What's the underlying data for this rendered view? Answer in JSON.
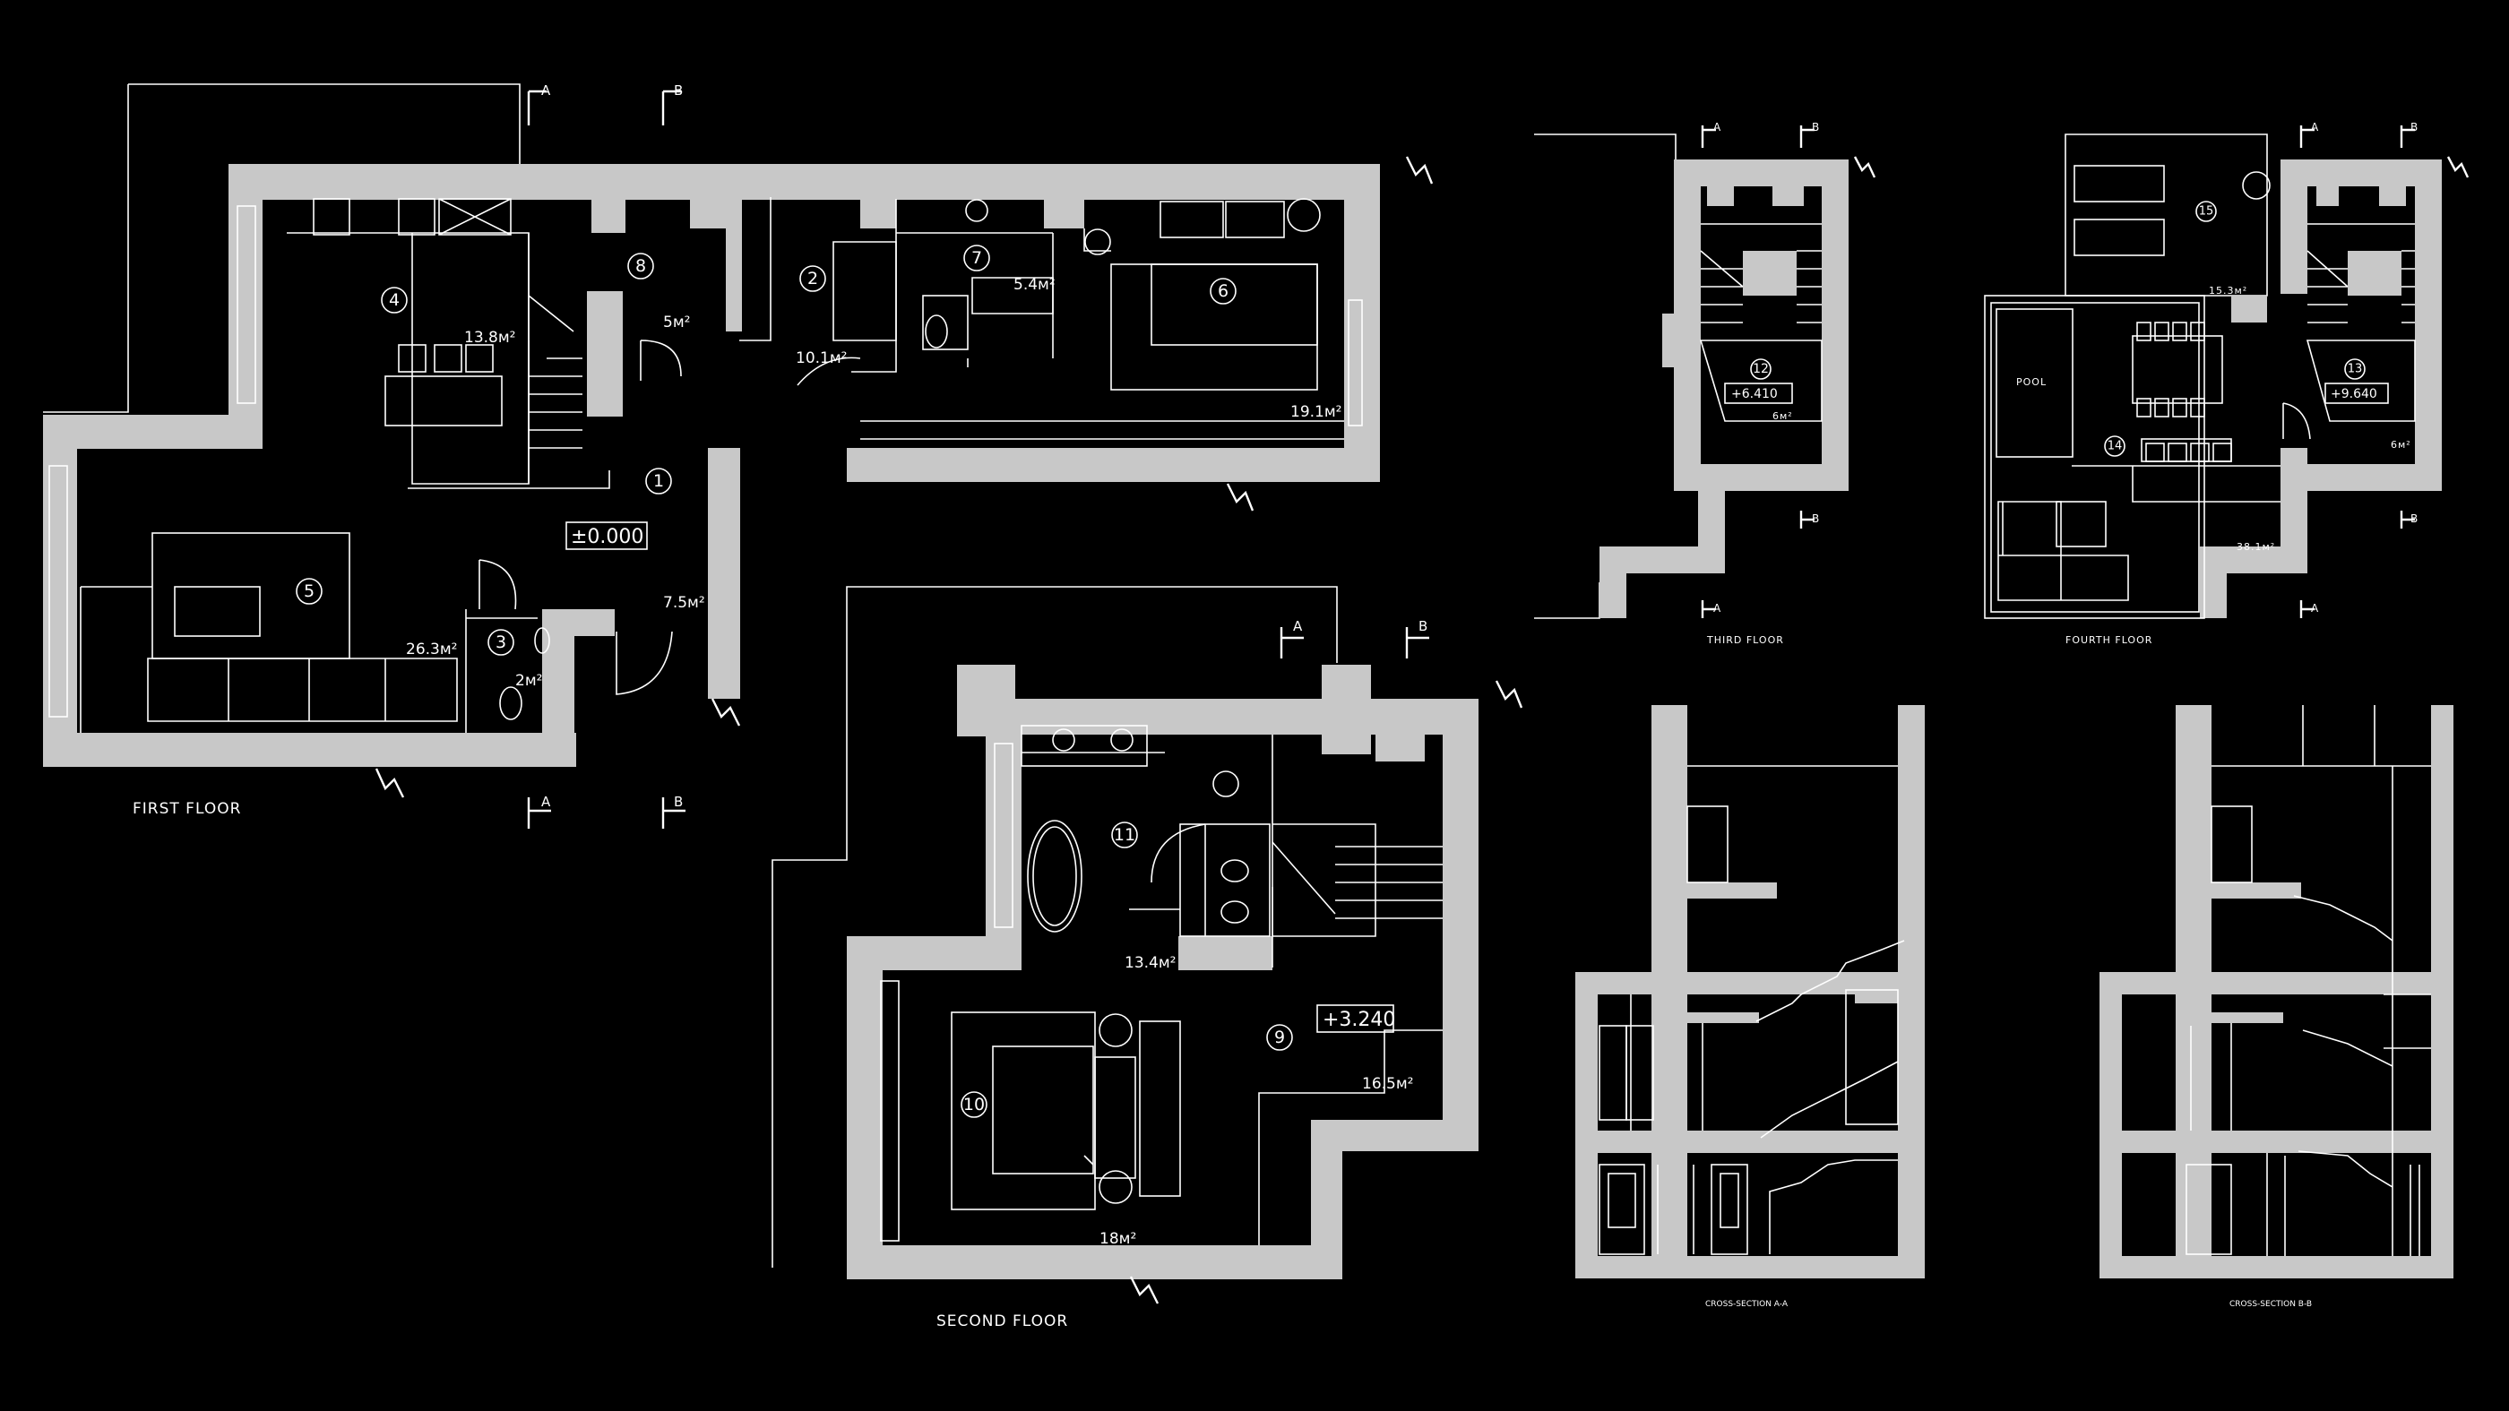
{
  "captions": {
    "first": "FIRST FLOOR",
    "second": "SECOND FLOOR",
    "third": "THIRD FLOOR",
    "fourth": "FOURTH FLOOR",
    "section_a": "CROSS-SECTION A-A",
    "section_b": "CROSS-SECTION B-B"
  },
  "section_marks": {
    "a": "A",
    "b": "B"
  },
  "levels": {
    "first": "±0.000",
    "second": "+3.240",
    "third": "+6.410",
    "fourth": "+9.640"
  },
  "rooms": {
    "r1": "1",
    "r2": "2",
    "r3": "3",
    "r4": "4",
    "r5": "5",
    "r6": "6",
    "r7": "7",
    "r8": "8",
    "r9": "9",
    "r10": "10",
    "r11": "11",
    "r12": "12",
    "r13": "13",
    "r14": "14",
    "r15": "15"
  },
  "areas": {
    "a4": "13.8м²",
    "a8": "5м²",
    "a2": "10.1м²",
    "a7": "5.4м²",
    "a6": "19.1м²",
    "a5": "26.3м²",
    "a3": "2м²",
    "a1": "7.5м²",
    "a11": "13.4м²",
    "a9": "16.5м²",
    "a10": "18м²",
    "a12": "6м²",
    "a15": "15.3м²",
    "a14": "38.1м²",
    "a13": "6м²"
  },
  "labels": {
    "pool": "POOL"
  }
}
